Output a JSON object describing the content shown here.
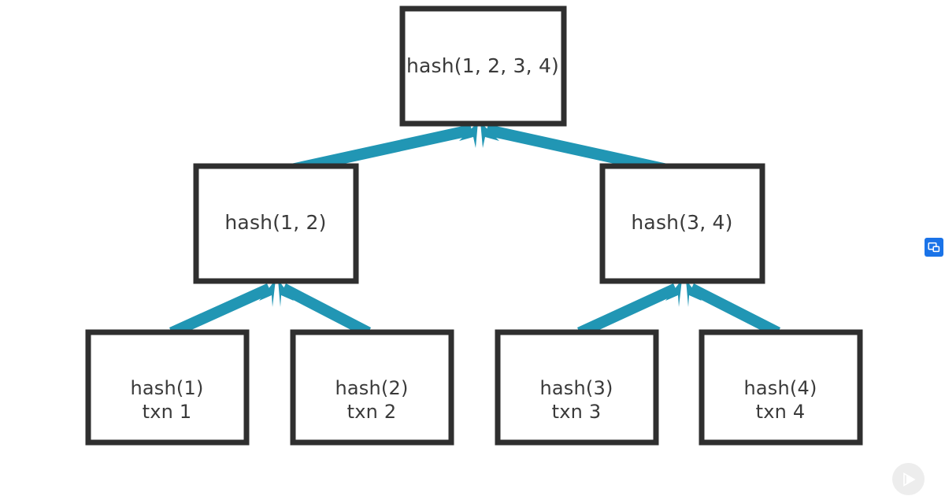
{
  "diagram": {
    "type": "merkle-tree",
    "accent_color": "#2196b4",
    "box_border_color": "#2f2f2f",
    "text_color": "#3a3a3a",
    "background_color": "#ffffff",
    "levels": [
      {
        "name": "root",
        "nodes": [
          {
            "id": "root",
            "label": "hash(1, 2, 3, 4)"
          }
        ]
      },
      {
        "name": "intermediate",
        "nodes": [
          {
            "id": "mid-left",
            "label": "hash(1, 2)"
          },
          {
            "id": "mid-right",
            "label": "hash(3, 4)"
          }
        ]
      },
      {
        "name": "leaves",
        "nodes": [
          {
            "id": "leaf-1",
            "label": "hash(1)",
            "sublabel": "txn 1"
          },
          {
            "id": "leaf-2",
            "label": "hash(2)",
            "sublabel": "txn 2"
          },
          {
            "id": "leaf-3",
            "label": "hash(3)",
            "sublabel": "txn 3"
          },
          {
            "id": "leaf-4",
            "label": "hash(4)",
            "sublabel": "txn 4"
          }
        ]
      }
    ],
    "edges": [
      {
        "from": "mid-left",
        "to": "root"
      },
      {
        "from": "mid-right",
        "to": "root"
      },
      {
        "from": "leaf-1",
        "to": "mid-left"
      },
      {
        "from": "leaf-2",
        "to": "mid-left"
      },
      {
        "from": "leaf-3",
        "to": "mid-right"
      },
      {
        "from": "leaf-4",
        "to": "mid-right"
      }
    ]
  },
  "overlay": {
    "corner_icon": "present-to-window-icon",
    "corner_icon_color": "#1a73e8",
    "play_watermark": "play-icon",
    "play_watermark_color": "#ededed"
  }
}
